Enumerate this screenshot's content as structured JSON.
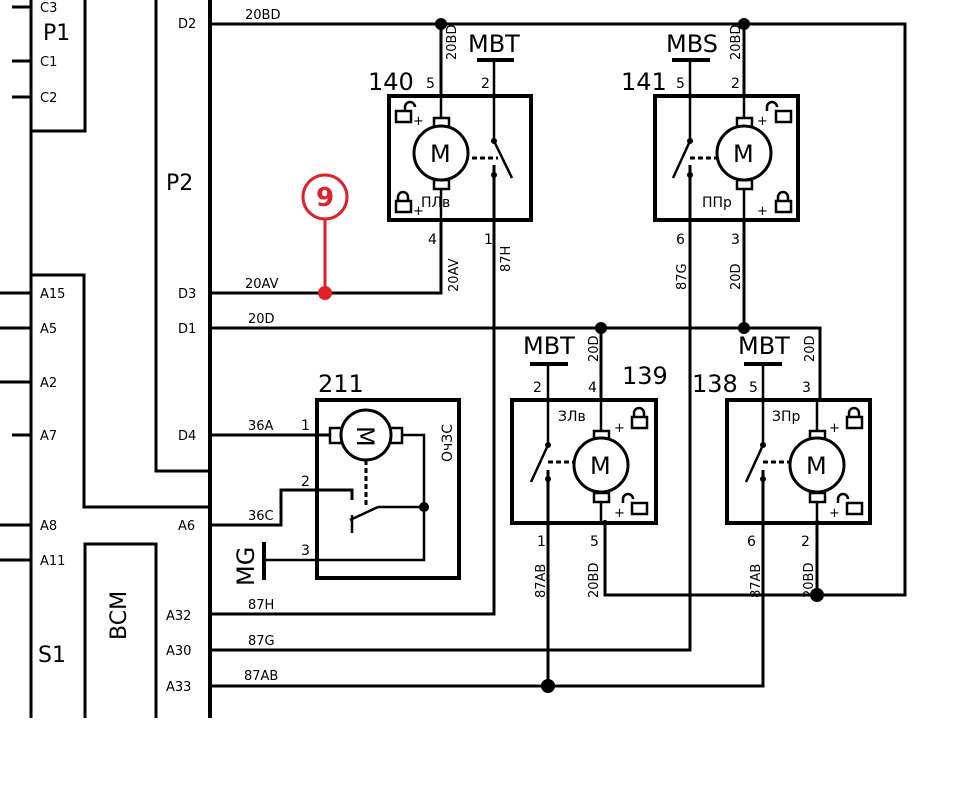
{
  "diagram": {
    "title": "Central locking wiring diagram",
    "ecu_blocks": {
      "p1": "P1",
      "p2": "P2",
      "s1": "S1",
      "bcm": "BCM"
    },
    "pins_left": [
      "C3",
      "C1",
      "C2",
      "A15",
      "A5",
      "A2",
      "A7",
      "A8",
      "A11"
    ],
    "pins_p2": [
      "D2",
      "D3",
      "D1",
      "D4",
      "A6",
      "A32",
      "A30",
      "A33"
    ],
    "wire_labels": {
      "d2": "20BD",
      "d3": "20AV",
      "d1": "20D",
      "d4": "36A",
      "a6": "36C",
      "a32": "87H",
      "a30": "87G",
      "a33": "87AB"
    },
    "modules": [
      {
        "id": "140",
        "name": "ПЛв",
        "pins": {
          "motor_top": "5",
          "switch_top": "2",
          "motor_bottom": "4",
          "switch_bottom": "1"
        },
        "ground": "MBT",
        "wires": {
          "top": "20BD",
          "bottom_motor": "20AV",
          "bottom_switch": "87H"
        }
      },
      {
        "id": "141",
        "name": "ППр",
        "pins": {
          "switch_top": "5",
          "motor_top": "2",
          "switch_bottom": "6",
          "motor_bottom": "3"
        },
        "ground": "MBS",
        "wires": {
          "top": "20BD",
          "bottom_switch": "87G",
          "bottom_motor": "20D"
        }
      },
      {
        "id": "139",
        "name": "ЗЛв",
        "pins": {
          "switch_top": "2",
          "motor_top": "4",
          "switch_bottom": "1",
          "motor_bottom": "5"
        },
        "ground": "MBT",
        "wires": {
          "top": "20D",
          "bottom_switch": "87AB",
          "bottom_motor": "20BD"
        }
      },
      {
        "id": "138",
        "name": "ЗПр",
        "pins": {
          "switch_top": "5",
          "motor_top": "3",
          "switch_bottom": "6",
          "motor_bottom": "2"
        },
        "ground": "MBT",
        "wires": {
          "top": "20D",
          "bottom_switch": "87AB",
          "bottom_motor": "20BD"
        }
      },
      {
        "id": "211",
        "name": "ОчЗС",
        "pins": {
          "p1": "1",
          "p2": "2",
          "p3": "3"
        },
        "ground": "MG"
      }
    ],
    "motor_symbol": "M",
    "marker": {
      "label": "9",
      "color": "#e0202a"
    }
  }
}
